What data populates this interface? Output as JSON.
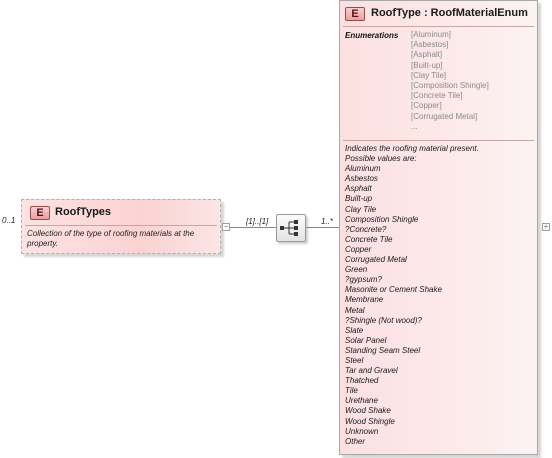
{
  "parent_element": {
    "badge": "E",
    "name": "RoofTypes",
    "occurrence": "0..1",
    "description": "Collection of the type of roofing materials at the property."
  },
  "connector": {
    "sequence_occurrence": "[1]..[1]",
    "child_occurrence": "1..*",
    "collapse_symbol": "−",
    "expand_symbol": "+"
  },
  "child_element": {
    "badge": "E",
    "title": "RoofType : RoofMaterialEnum",
    "enumerations_label": "Enumerations",
    "enumerations": [
      "[Aluminum]",
      "[Asbestos]",
      "[Asphalt]",
      "[Built-up]",
      "[Clay Tile]",
      "[Composition Shingle]",
      "[Concrete Tile]",
      "[Copper]",
      "[Corrugated Metal]",
      "..."
    ],
    "documentation": [
      "Indicates the roofing material present.",
      "Possible values are:",
      "Aluminum",
      "Asbestos",
      "Asphalt",
      "Built-up",
      "Clay Tile",
      "Composition Shingle",
      "?Concrete?",
      "Concrete Tile",
      "Copper",
      "Corrugated Metal",
      "Green",
      "?gypsum?",
      "Masonite or Cement Shake",
      "Membrane",
      "Metal",
      "?Shingle (Not wood)?",
      "Slate",
      "Solar Panel",
      "Standing Seam Steel",
      "Steel",
      "Tar and Gravel",
      "Thatched",
      "Tile",
      "Urethane",
      "Wood Shake",
      "Wood Shingle",
      "Unknown",
      "Other"
    ]
  },
  "colors": {
    "element_fill": "#fbd2d2",
    "badge_border": "#9a4a4a",
    "connector": "#888888"
  },
  "icons": {
    "sequence": "sequence-compositor-icon"
  }
}
